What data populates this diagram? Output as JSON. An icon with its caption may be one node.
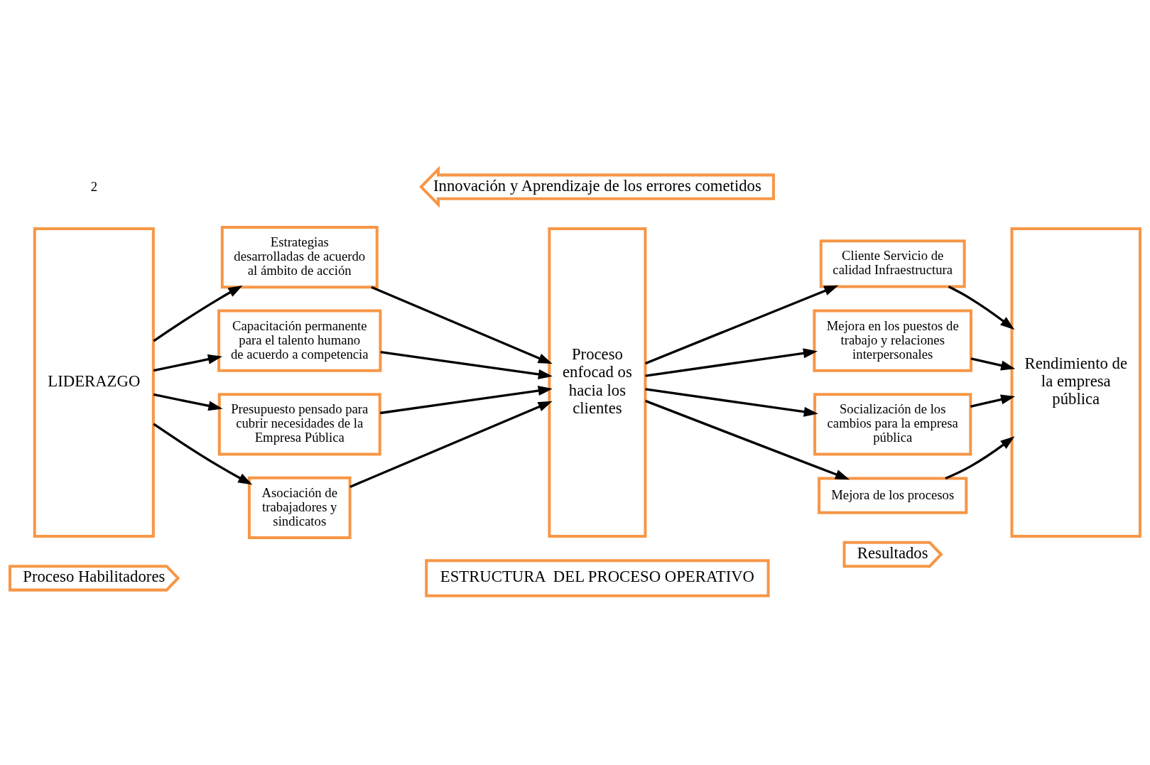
{
  "diagram": {
    "nodes": [
      {
        "text": [
          "ESTRUCTURA  DEL PROCESO OPERATIVO"
        ]
      },
      {
        "text": [
          "Proceso Habilitadores"
        ]
      },
      {
        "text": [
          "Resultados"
        ]
      },
      {
        "text": [
          "LIDERAZGO"
        ]
      },
      {
        "text": [
          "Estrategias desarrolladas de acuerdo al ámbito de acción"
        ]
      },
      {
        "text": [
          "Capacitación permanente para el talento humano de acuerdo a competencia"
        ]
      },
      {
        "text": [
          "Presupuesto pensado para cubrir necesidades de la Empresa Pública"
        ]
      },
      {
        "text": [
          "Asociación de trabajadores y sindicatos"
        ]
      },
      {
        "text": [
          "Proceso enfocad os hacia los clientes"
        ]
      },
      {
        "text": [
          "Cliente Servicio de calidad Infraestructura"
        ]
      },
      {
        "text": [
          "Mejora en los puestos de trabajo y relaciones interpersonales"
        ]
      },
      {
        "text": [
          "Socialización de los cambios para la empresa pública"
        ]
      },
      {
        "text": [
          "Mejora de los procesos"
        ]
      },
      {
        "text": [
          "Rendimiento de la empresa pública"
        ]
      },
      {
        "text": [
          "Innovación y Aprendizaje de los errores cometidos"
        ]
      }
    ],
    "edges": [
      {
        "from": 3,
        "to": 4,
        "arrow": "to"
      },
      {
        "from": 3,
        "to": 5,
        "arrow": "to"
      },
      {
        "from": 3,
        "to": 6,
        "arrow": "to"
      },
      {
        "from": 3,
        "to": 7,
        "arrow": "to"
      },
      {
        "from": 4,
        "to": 8,
        "arrow": "to"
      },
      {
        "from": 5,
        "to": 8,
        "arrow": "to"
      },
      {
        "from": 6,
        "to": 8,
        "arrow": "to"
      },
      {
        "from": 7,
        "to": 8,
        "arrow": "to"
      },
      {
        "from": 8,
        "to": 9,
        "arrow": "to"
      },
      {
        "from": 8,
        "to": 10,
        "arrow": "to"
      },
      {
        "from": 8,
        "to": 11,
        "arrow": "to"
      },
      {
        "from": 8,
        "to": 12,
        "arrow": "to"
      },
      {
        "from": 9,
        "to": 13,
        "arrow": "to"
      },
      {
        "from": 10,
        "to": 13,
        "arrow": "to"
      },
      {
        "from": 11,
        "to": 13,
        "arrow": "to"
      },
      {
        "from": 12,
        "to": 13,
        "arrow": "to"
      }
    ],
    "labels": [
      "2"
    ]
  }
}
